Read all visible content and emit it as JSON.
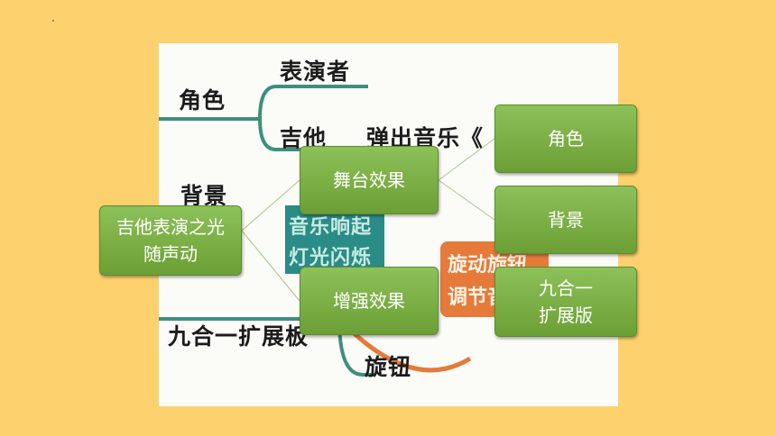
{
  "colors": {
    "background": "#fdd26e",
    "node_fill": "#7cb043",
    "node_text": "#ffffff",
    "connector": "#a8c78a",
    "photo_line": "#3f8f7a",
    "photo_orange": "#e57a3a",
    "photo_teal": "#2b8b86"
  },
  "photo": {
    "role_label": "角色",
    "performer_label": "表演者",
    "guitar_label": "吉他",
    "play_label": "弹出音乐《",
    "background_label": "背景",
    "teal_line1": "音乐响起",
    "teal_line2": "灯光闪烁",
    "orange_line1": "旋动旋钮",
    "orange_line2": "调节音",
    "expansion_label": "九合一扩展板",
    "knob_label": "旋钮"
  },
  "mindmap": {
    "root": {
      "line1": "吉他表演之光",
      "line2": "随声动"
    },
    "stage_effect": "舞台效果",
    "enhance_effect": "增强效果",
    "role": "角色",
    "background": "背景",
    "board": {
      "line1": "九合一",
      "line2": "扩展版"
    }
  }
}
